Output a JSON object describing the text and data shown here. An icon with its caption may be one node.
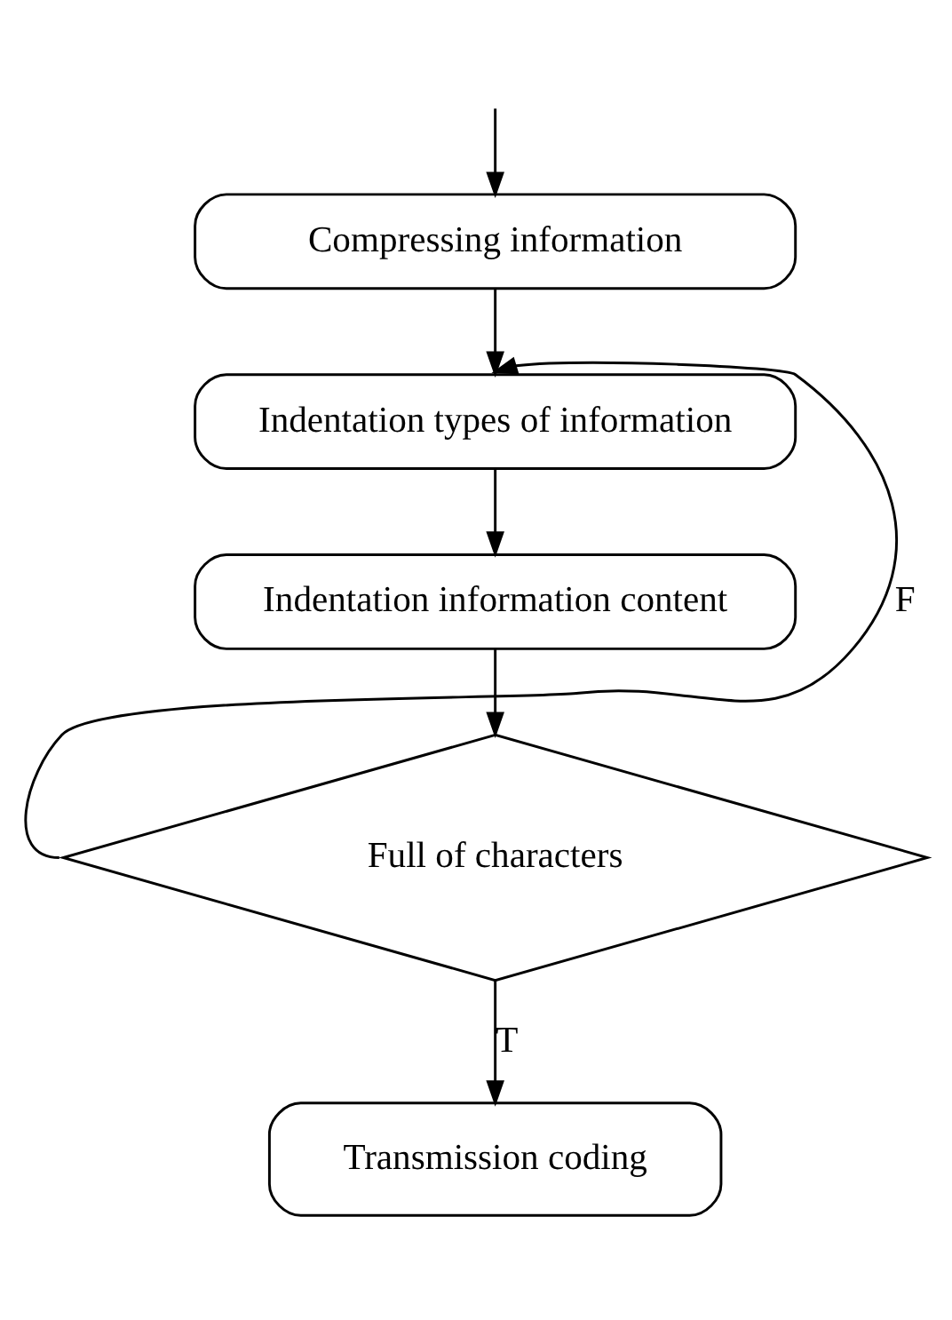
{
  "diagram": {
    "nodes": [
      {
        "text": [
          "Compressing information"
        ]
      },
      {
        "text": [
          "Indentation types of information"
        ]
      },
      {
        "text": [
          "Indentation information content"
        ]
      },
      {
        "text": [
          "Full of characters"
        ]
      },
      {
        "text": [
          "Transmission coding"
        ]
      }
    ],
    "edges": [
      {
        "from": null,
        "to": 0,
        "arrow": "to"
      },
      {
        "from": 0,
        "to": 1,
        "arrow": "to"
      },
      {
        "from": 1,
        "to": 2,
        "arrow": "to"
      },
      {
        "from": 2,
        "to": 3,
        "arrow": "to"
      },
      {
        "from": 3,
        "to": 1,
        "arrow": "to",
        "label": "F"
      },
      {
        "from": 3,
        "to": 4,
        "arrow": "to",
        "label": "T"
      }
    ]
  }
}
